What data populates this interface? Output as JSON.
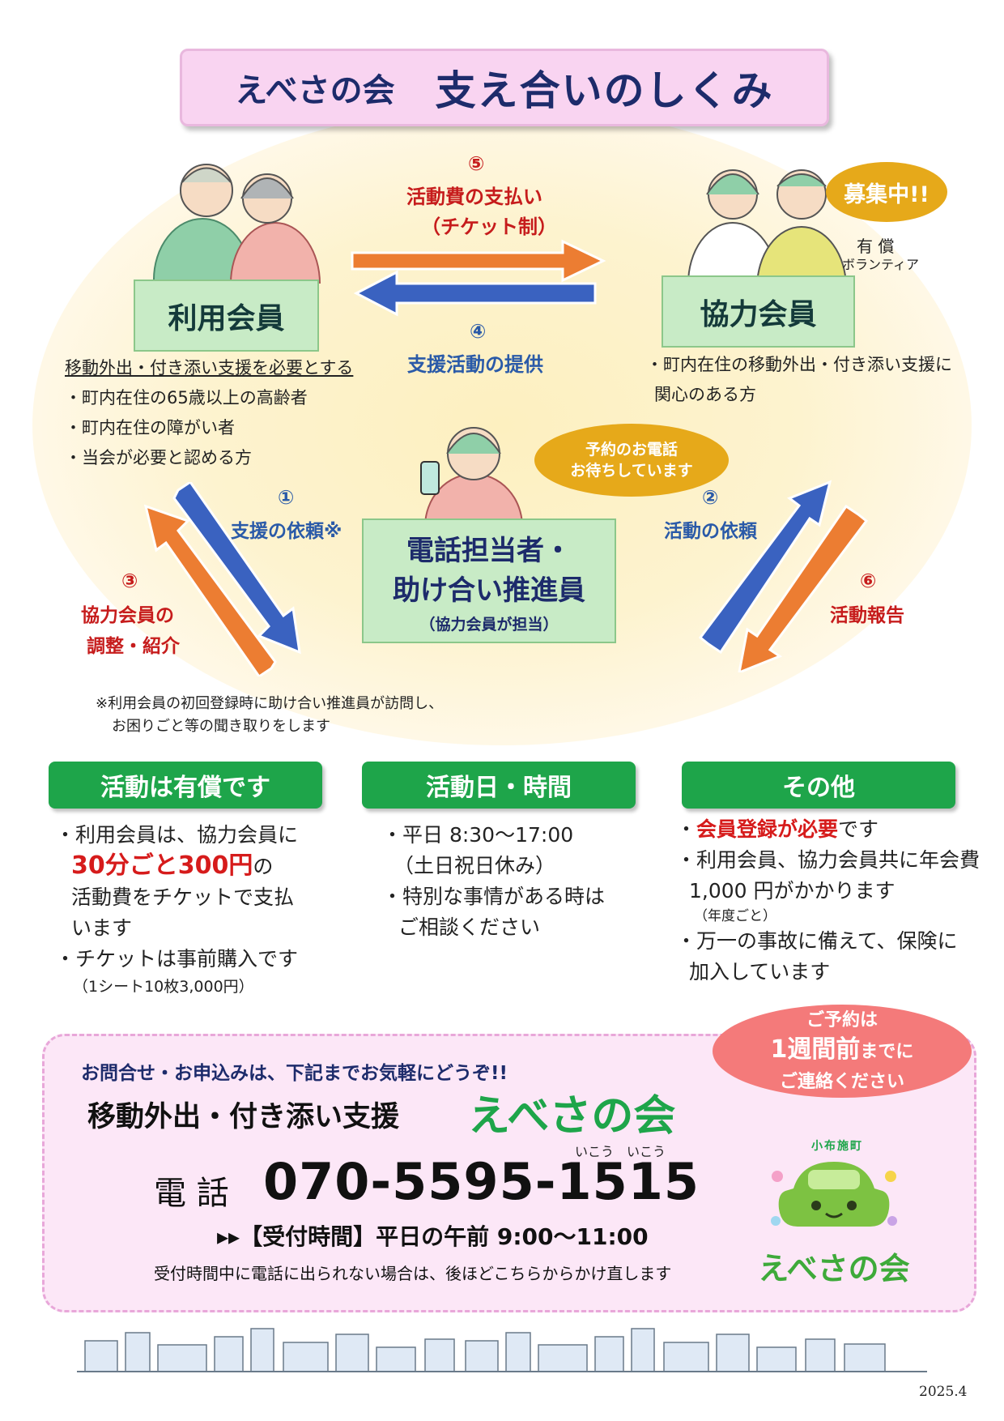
{
  "title": {
    "org": "えべさの会",
    "main": "支え合いのしくみ"
  },
  "flow": {
    "step5_num": "⑤",
    "step5_label1": "活動費の支払い",
    "step5_label2": "（チケット制）",
    "step4_num": "④",
    "step4_label": "支援活動の提供",
    "step1_num": "①",
    "step1_label": "支援の依頼※",
    "step2_num": "②",
    "step2_label": "活動の依頼",
    "step3_num": "③",
    "step3_label1": "協力会員の",
    "step3_label2": "調整・紹介",
    "step6_num": "⑥",
    "step6_label": "活動報告"
  },
  "user_member": {
    "label": "利用会員",
    "heading": "移動外出・付き添い支援を必要とする",
    "items": [
      "・町内在住の65歳以上の高齢者",
      "・町内在住の障がい者",
      "・当会が必要と認める方"
    ]
  },
  "helper_member": {
    "label": "協力会員",
    "bubble": "募集中!!",
    "note1": "有 償",
    "note2": "ボランティア",
    "desc1": "・町内在住の移動外出・付き添い支援に",
    "desc2": "関心のある方"
  },
  "phone_staff": {
    "line1": "電話担当者・",
    "line2": "助け合い推進員",
    "line3": "（協力会員が担当）",
    "bubble1": "予約のお電話",
    "bubble2": "お待ちしています"
  },
  "footnote": {
    "line1": "※利用会員の初回登録時に助け合い推進員が訪問し、",
    "line2": "お困りごと等の聞き取りをします"
  },
  "sections": {
    "paid": {
      "header": "活動は有償です",
      "l1": "・利用会員は、協力会員に",
      "l2_red": "30分ごと300円",
      "l2_rest": "の",
      "l3": "活動費をチケットで支払",
      "l4": "います",
      "l5": "・チケットは事前購入です",
      "l6": "（1シート10枚3,000円）"
    },
    "hours": {
      "header": "活動日・時間",
      "l1": "・平日 8:30～17:00",
      "l2": "（土日祝日休み）",
      "l3": "・特別な事情がある時は",
      "l4": "ご相談ください"
    },
    "other": {
      "header": "その他",
      "l1_pre": "・",
      "l1_red": "会員登録が必要",
      "l1_rest": "です",
      "l2": "・利用会員、協力会員共に年会費",
      "l3": "1,000 円がかかります",
      "l4": "（年度ごと）",
      "l5": "・万一の事故に備えて、保険に",
      "l6": "加入しています"
    }
  },
  "contact": {
    "intro": "お問合せ・お申込みは、下記までお気軽にどうぞ!!",
    "service": "移動外出・付き添い支援",
    "org": "えべさの会",
    "ruby": "いこう　いこう",
    "phone_label": "電 話",
    "phone": "070-5595-1515",
    "hours": "▸▸【受付時間】平日の午前 9:00～11:00",
    "note": "受付時間中に電話に出られない場合は、後ほどこちらからかけ直します",
    "bubble1": "ご予約は",
    "bubble2a": "1週間前",
    "bubble2b": "までに",
    "bubble3": "ご連絡ください",
    "logo_arc": "小布施町",
    "logo_text": "えべさの会"
  },
  "date": "2025.4",
  "colors": {
    "orange": "#ec7d32",
    "blue": "#3a62c0",
    "green": "#1ea54a",
    "title_bg": "#f9d4f1"
  }
}
